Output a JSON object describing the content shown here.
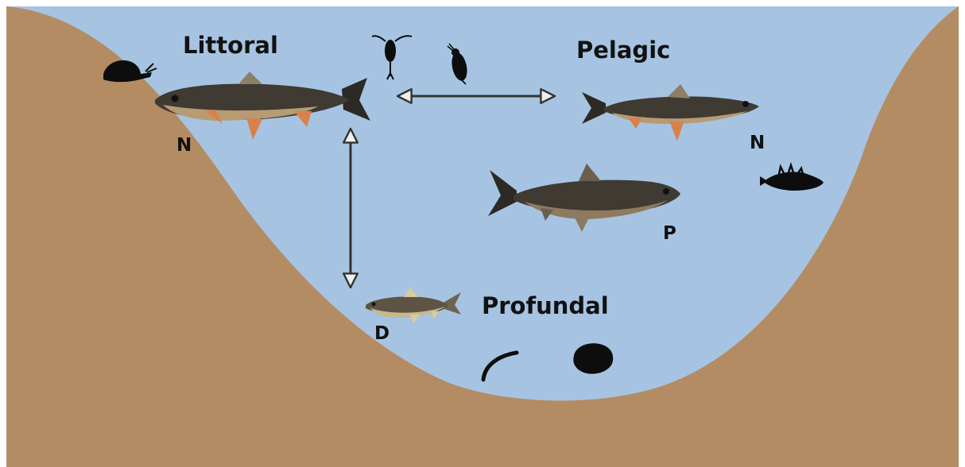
{
  "colors": {
    "water": "#a6c4e2",
    "sediment": "#b48c63",
    "arrow_stroke": "#333333",
    "arrow_head_fill": "#eeeeee",
    "silhouette": "#0d0d0d",
    "fish_dark": "#3f3a32",
    "fish_belly": "#b79b73",
    "fish_fin": "#d9814a"
  },
  "zones": {
    "littoral": "Littoral",
    "pelagic": "Pelagic",
    "profundal": "Profundal"
  },
  "morphs": {
    "littoral_fish": "N",
    "pelagic_fish": "N",
    "large_fish": "P",
    "small_fish": "D"
  },
  "icons": {
    "snail": "snail-icon",
    "copepod": "copepod-icon",
    "daphnia": "daphnia-icon",
    "stickleback": "stickleback-icon",
    "larva": "chironomid-larva-icon",
    "mussel": "mussel-icon"
  }
}
